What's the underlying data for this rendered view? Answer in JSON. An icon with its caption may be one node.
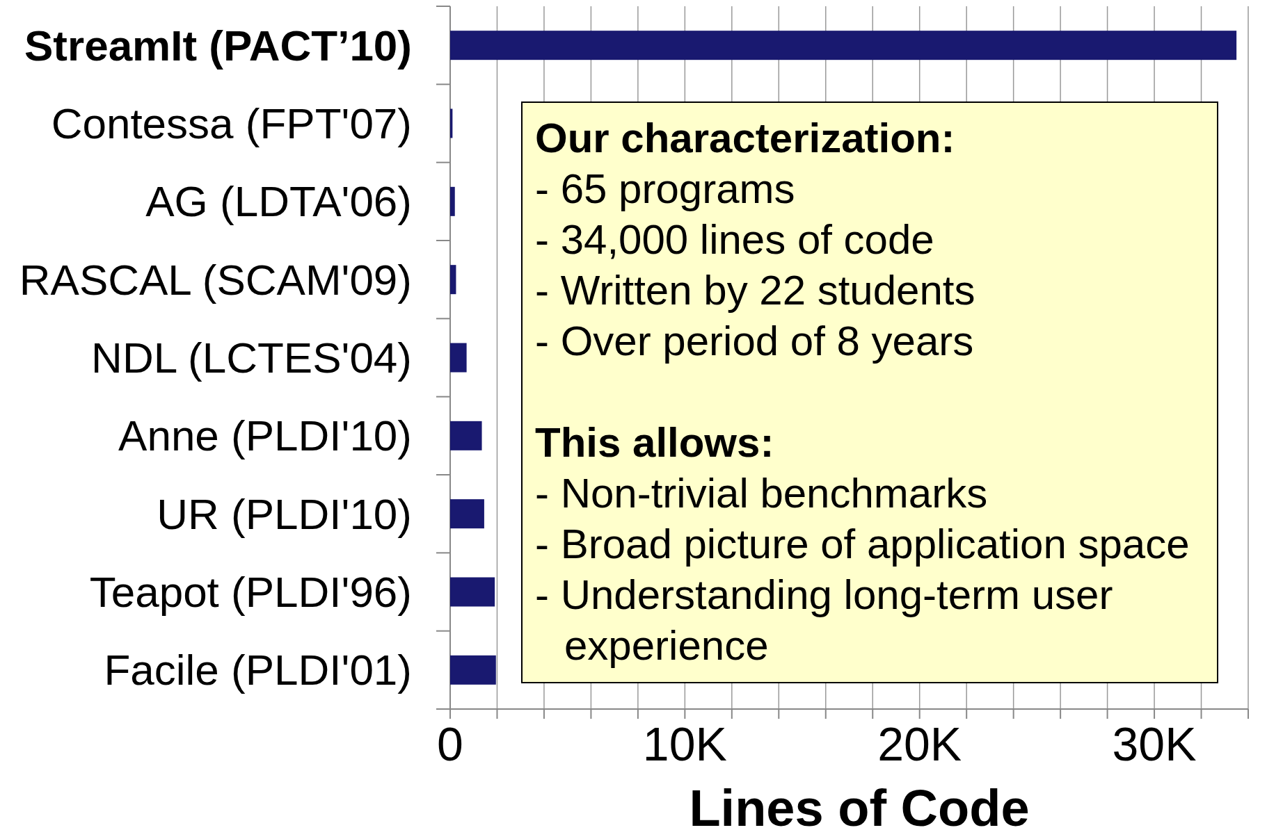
{
  "diagram": {
    "nodes": [
      {
        "text": [
          "Our characterization:",
          "- 65 programs",
          "- 34,000 lines of code",
          "- Written by 22 students",
          "- Over period of 8 years",
          "This allows:",
          "- Non-trivial benchmarks",
          "- Broad picture of application space",
          "- Understanding long-term user experience"
        ]
      }
    ],
    "edges": [],
    "chart_data": {
      "type": "bar",
      "orientation": "horizontal",
      "xlabel": "Lines of Code",
      "categories": [
        "StreamIt (PACT’10)",
        "Contessa (FPT'07)",
        "AG (LDTA'06)",
        "RASCAL (SCAM'09)",
        "NDL (LCTES'04)",
        "Anne (PLDI'10)",
        "UR (PLDI'10)",
        "Teapot (PLDI'96)",
        "Facile (PLDI'01)"
      ],
      "values": [
        33500,
        100,
        200,
        250,
        700,
        1350,
        1450,
        1900,
        1950
      ],
      "xlim": [
        0,
        34000
      ],
      "grid": true,
      "xticks": [
        {
          "value": 0,
          "label": "0"
        },
        {
          "value": 10000,
          "label": "10K"
        },
        {
          "value": 20000,
          "label": "20K"
        },
        {
          "value": 30000,
          "label": "30K"
        }
      ]
    }
  }
}
